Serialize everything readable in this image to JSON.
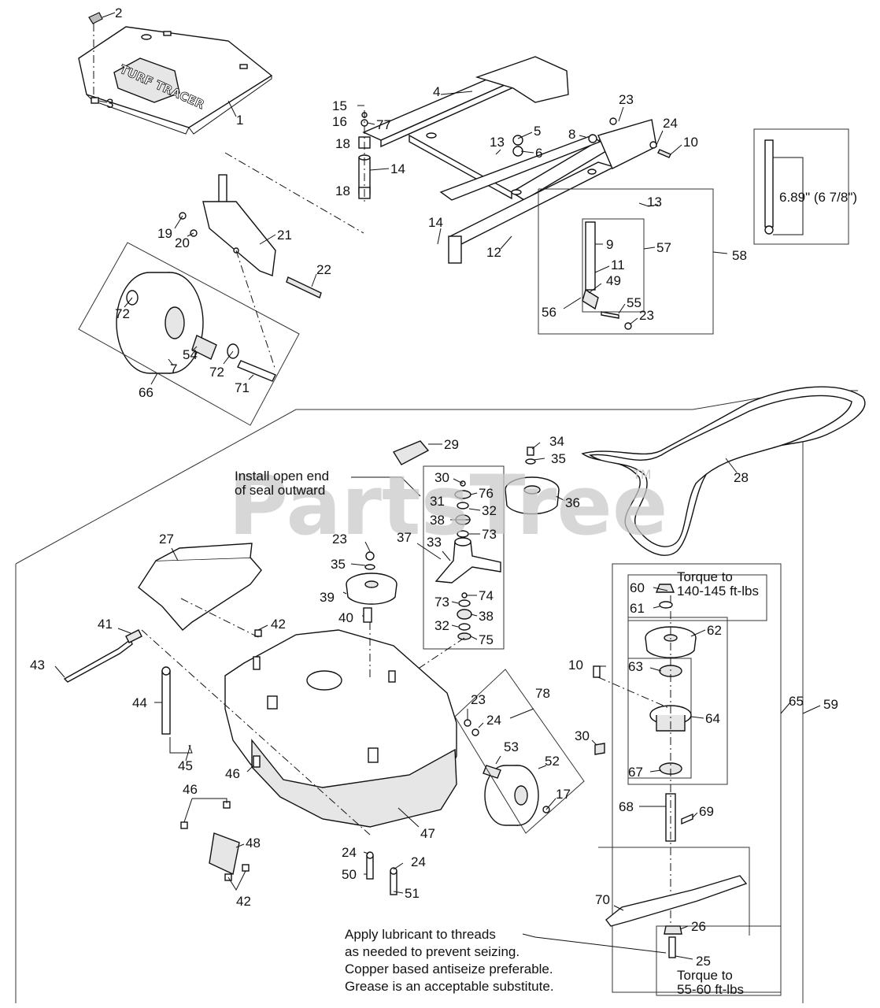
{
  "diagram": {
    "callouts": {
      "c1": "1",
      "c2": "2",
      "c3": "3",
      "c4": "4",
      "c5": "5",
      "c6": "6",
      "c7": "7",
      "c8": "8",
      "c9": "9",
      "c10": "10",
      "c10b": "10",
      "c11": "11",
      "c12": "12",
      "c13": "13",
      "c13b": "13",
      "c14": "14",
      "c14b": "14",
      "c15": "15",
      "c16": "16",
      "c17": "17",
      "c18": "18",
      "c18b": "18",
      "c19": "19",
      "c20": "20",
      "c21": "21",
      "c22": "22",
      "c23": "23",
      "c23b": "23",
      "c23c": "23",
      "c23d": "23",
      "c24": "24",
      "c24b": "24",
      "c24c": "24",
      "c24d": "24",
      "c25": "25",
      "c26": "26",
      "c27": "27",
      "c28": "28",
      "c29": "29",
      "c30": "30",
      "c30b": "30",
      "c31": "31",
      "c32": "32",
      "c32b": "32",
      "c33": "33",
      "c34": "34",
      "c35": "35",
      "c35b": "35",
      "c36": "36",
      "c37": "37",
      "c38": "38",
      "c38b": "38",
      "c39": "39",
      "c40": "40",
      "c41": "41",
      "c42": "42",
      "c42b": "42",
      "c43": "43",
      "c44": "44",
      "c45": "45",
      "c46": "46",
      "c46b": "46",
      "c47": "47",
      "c48": "48",
      "c49": "49",
      "c50": "50",
      "c51": "51",
      "c52": "52",
      "c53": "53",
      "c54": "54",
      "c55": "55",
      "c56": "56",
      "c57": "57",
      "c58": "58",
      "c59": "59",
      "c60": "60",
      "c61": "61",
      "c62": "62",
      "c63": "63",
      "c64": "64",
      "c65": "65",
      "c66": "66",
      "c67": "67",
      "c68": "68",
      "c69": "69",
      "c70": "70",
      "c71": "71",
      "c72": "72",
      "c72b": "72",
      "c73": "73",
      "c73b": "73",
      "c74": "74",
      "c75": "75",
      "c76": "76",
      "c77": "77",
      "c78": "78"
    },
    "notes": {
      "dimension": "6.89\" (6 7/8\")",
      "seal_1": "Install open end",
      "seal_2": "of seal outward",
      "torque_top_1": "Torque to",
      "torque_top_2": "140-145 ft-lbs",
      "torque_bottom_1": "Torque to",
      "torque_bottom_2": "55-60 ft-lbs",
      "lube_1": "Apply lubricant to threads",
      "lube_2": "as needed to prevent seizing.",
      "lube_3": "Copper based antiseize preferable.",
      "lube_4": "Grease is an acceptable substitute."
    },
    "watermark": {
      "text": "PartsTree",
      "tm": "TM"
    },
    "logo_text": "TURF TRACER"
  }
}
